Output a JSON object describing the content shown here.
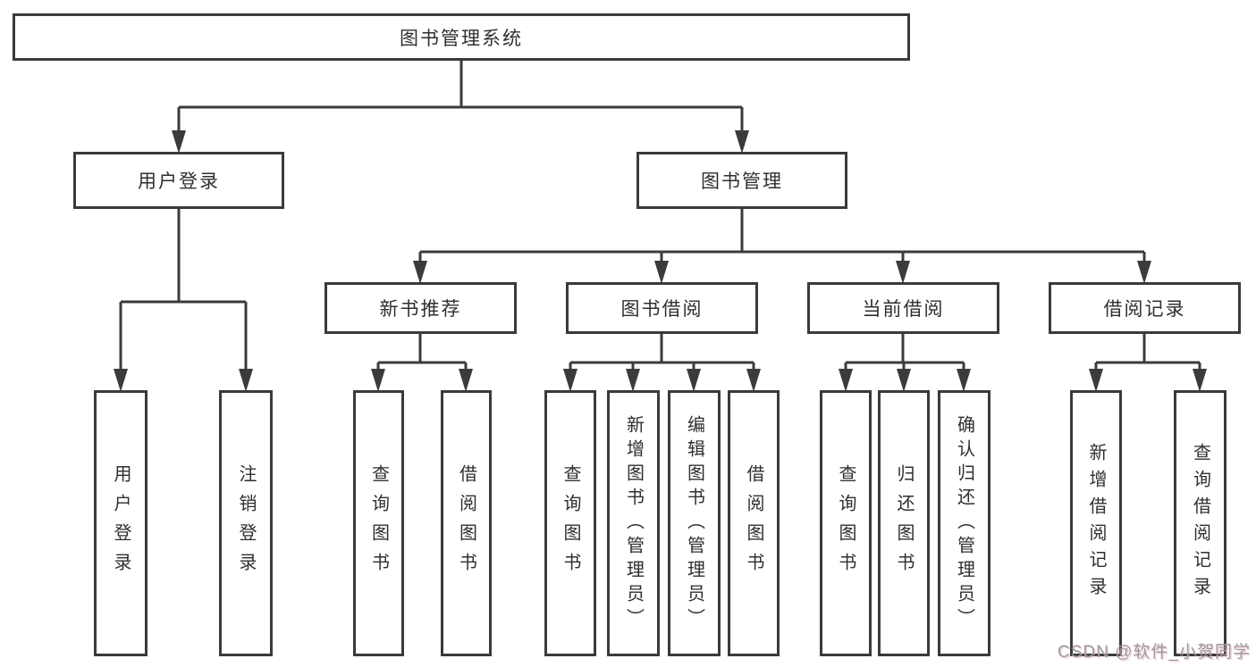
{
  "diagram": {
    "tree": {
      "label": "图书管理系统",
      "children": [
        {
          "label": "用户登录",
          "children": [
            {
              "label": "用户登录"
            },
            {
              "label": "注销登录"
            }
          ]
        },
        {
          "label": "图书管理",
          "children": [
            {
              "label": "新书推荐",
              "children": [
                {
                  "label": "查询图书"
                },
                {
                  "label": "借阅图书"
                }
              ]
            },
            {
              "label": "图书借阅",
              "children": [
                {
                  "label": "查询图书"
                },
                {
                  "label": "新增图书（管理员）"
                },
                {
                  "label": "编辑图书（管理员）"
                },
                {
                  "label": "借阅图书"
                }
              ]
            },
            {
              "label": "当前借阅",
              "children": [
                {
                  "label": "查询图书"
                },
                {
                  "label": "归还图书"
                },
                {
                  "label": "确认归还（管理员）"
                }
              ]
            },
            {
              "label": "借阅记录",
              "children": [
                {
                  "label": "新增借阅记录"
                },
                {
                  "label": "查询借阅记录"
                }
              ]
            }
          ]
        }
      ]
    },
    "watermark": {
      "text": "CSDN @软件_小贺同学",
      "color": "#9a9a9a"
    },
    "colors": {
      "line": "#3b3b3b",
      "box_border": "#3a3a3a",
      "text": "#2f2f2f",
      "background": "#ffffff"
    }
  }
}
